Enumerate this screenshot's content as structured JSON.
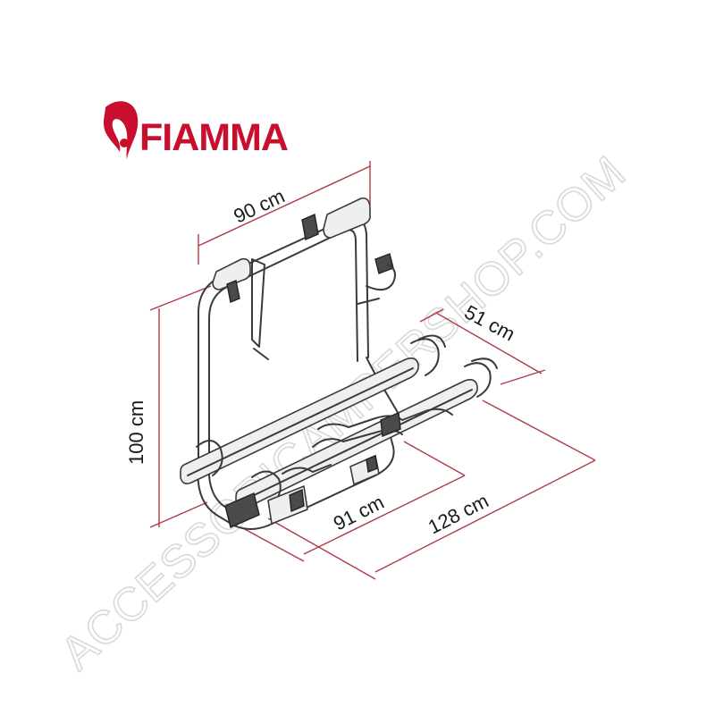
{
  "brand": {
    "name": "FIAMMA",
    "color": "#c8102e",
    "icon": "flame-logo-icon"
  },
  "dimensions": {
    "width": "90 cm",
    "height": "100 cm",
    "depth": "51 cm",
    "rail_length": "91 cm",
    "total_length": "128 cm"
  },
  "watermark": {
    "text": "ACCESSORICAMPERSHOP.COM"
  },
  "colors": {
    "dimension_lines": "#b03a48",
    "frame": "#3a3a3a",
    "watermark": "#d9d9d9"
  }
}
